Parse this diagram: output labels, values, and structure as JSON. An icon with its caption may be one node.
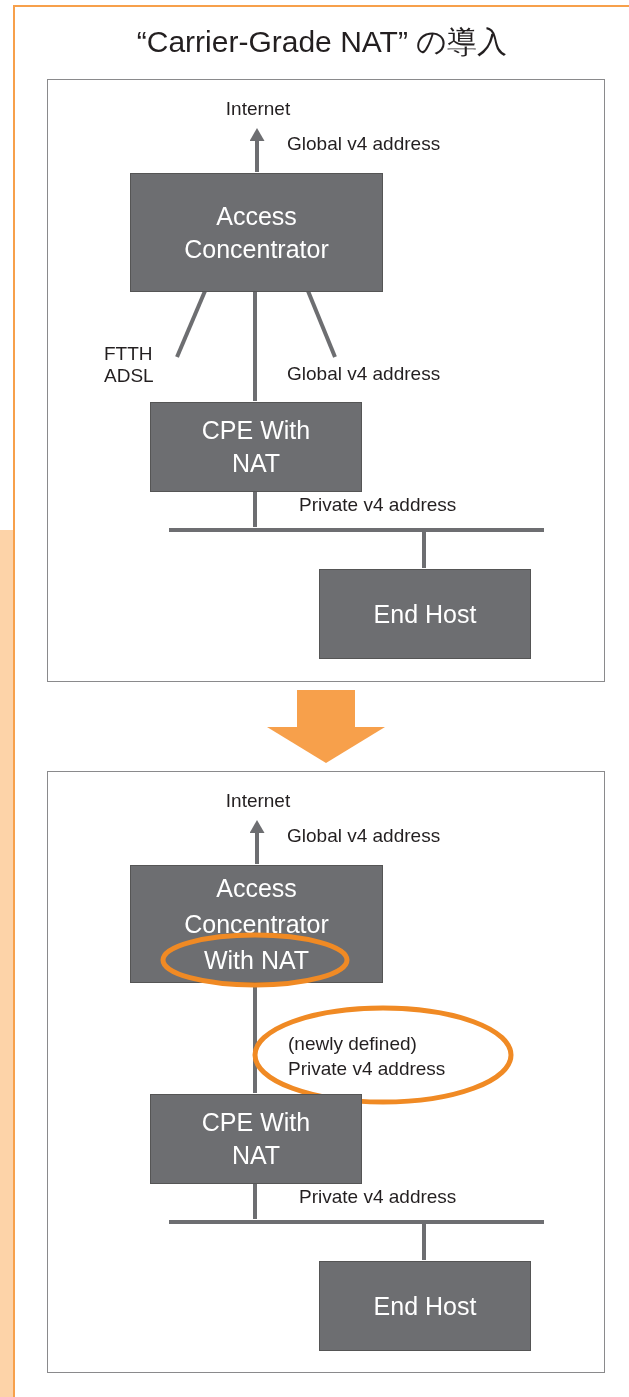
{
  "diagram": {
    "title": "“Carrier-Grade NAT” の導入",
    "nodes": [
      {
        "text": [],
        "shape": "box"
      },
      {
        "text": [
          "Internet"
        ],
        "in": 0
      },
      {
        "text": [
          "Access Concentrator"
        ],
        "in": 0
      },
      {
        "text": [
          "CPE With NAT"
        ],
        "in": 0
      },
      {
        "text": [],
        "shape": "bar",
        "in": 0,
        "beside": [
          "Private v4 address"
        ]
      },
      {
        "text": [
          "End Host"
        ],
        "in": 0
      },
      {
        "text": [],
        "shape": "box"
      },
      {
        "text": [
          "Internet"
        ],
        "in": 6
      },
      {
        "text": [
          "Access Concentrator With NAT"
        ],
        "in": 6
      },
      {
        "text": [
          "(newly defined) Private v4 address"
        ],
        "in": 6
      },
      {
        "text": [
          "CPE With NAT"
        ],
        "in": 6
      },
      {
        "text": [],
        "shape": "bar",
        "in": 6,
        "beside": [
          "Private v4 address"
        ]
      },
      {
        "text": [
          "End Host"
        ],
        "in": 6
      }
    ],
    "edges": [
      {
        "from": 2,
        "to": 1,
        "arrow": "to",
        "label": "Global v4 address"
      },
      {
        "from": 2,
        "to": null,
        "arrow": "none",
        "label": "FTTH ADSL"
      },
      {
        "from": 2,
        "to": null,
        "arrow": "none",
        "label": "Global v4 address"
      },
      {
        "from": 3,
        "to": 2,
        "arrow": "none"
      },
      {
        "from": 3,
        "to": 4,
        "arrow": "none"
      },
      {
        "from": 4,
        "to": 5,
        "arrow": "none"
      },
      {
        "from": 0,
        "to": 6,
        "arrow": "to",
        "style": "thick",
        "color": "#f7a04b"
      },
      {
        "from": 8,
        "to": 7,
        "arrow": "to",
        "label": "Global v4 address"
      },
      {
        "from": 10,
        "to": 8,
        "arrow": "none"
      },
      {
        "from": 10,
        "to": 11,
        "arrow": "none"
      },
      {
        "from": 11,
        "to": 12,
        "arrow": "none"
      }
    ]
  }
}
